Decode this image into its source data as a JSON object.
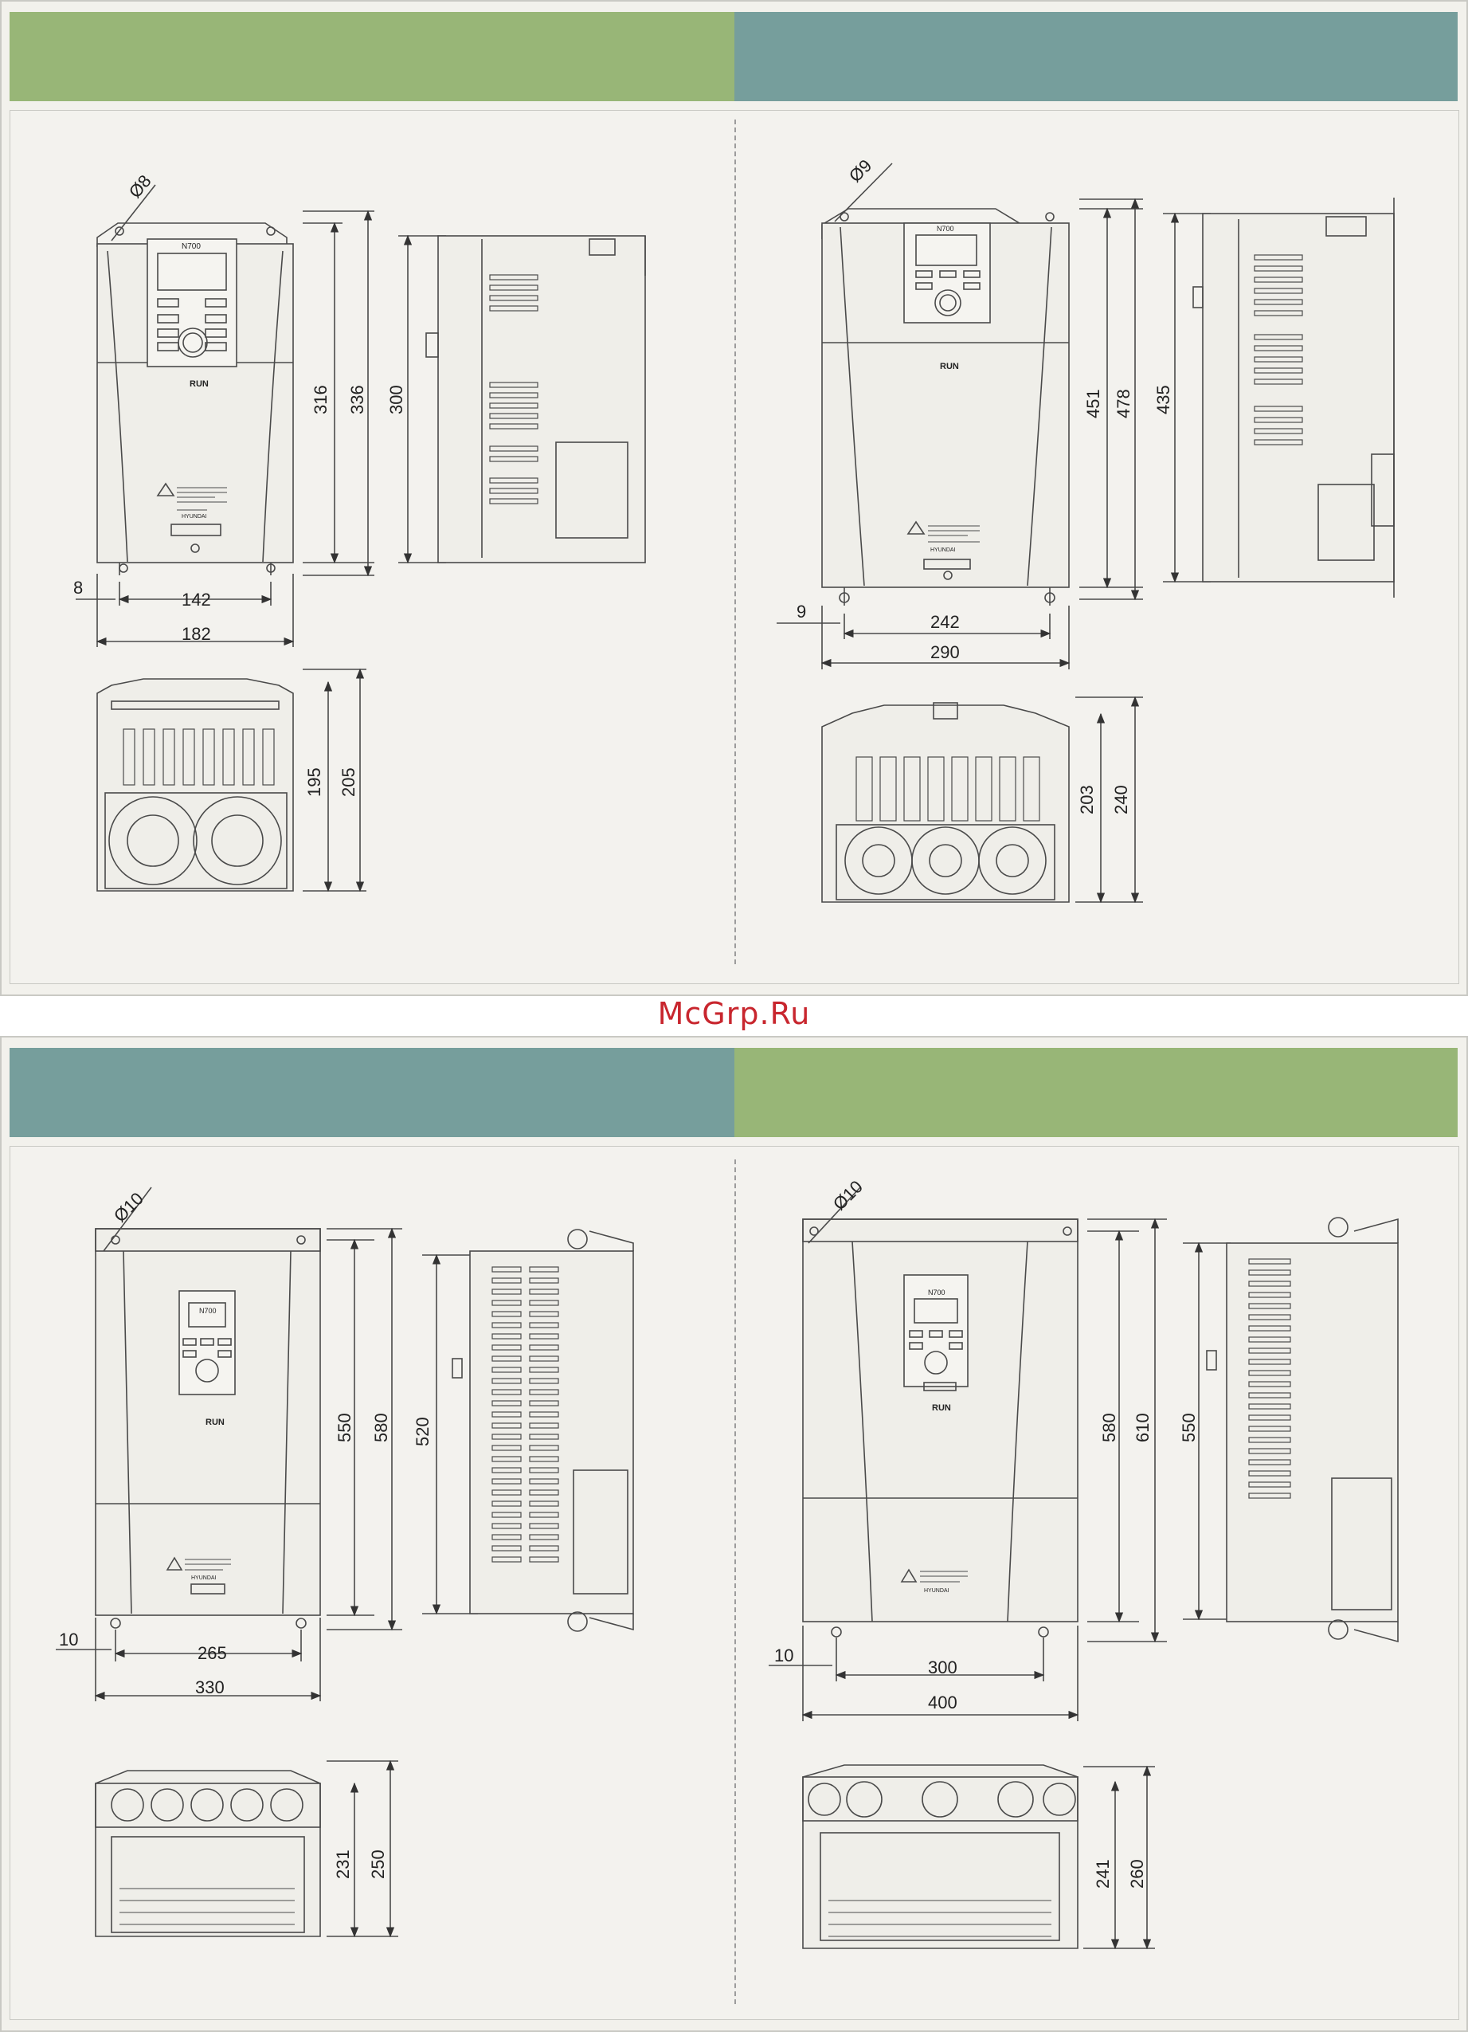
{
  "watermark": "McGrp.Ru",
  "colors": {
    "green": "#98b677",
    "teal": "#769e9c",
    "paper": "#f3f2ee",
    "line": "#4a4a4a",
    "watermark": "#c8262e"
  },
  "brand": {
    "logo_text": "RUN",
    "model": "N700",
    "maker": "HYUNDAI"
  },
  "drawings": [
    {
      "id": "a",
      "diameter": "Ø8",
      "heights": [
        "316",
        "336",
        "300"
      ],
      "offset": "8",
      "inner_width": "142",
      "outer_width": "182",
      "bottom_heights": [
        "195",
        "205"
      ]
    },
    {
      "id": "b",
      "diameter": "Ø9",
      "heights": [
        "451",
        "478",
        "435"
      ],
      "offset": "9",
      "inner_width": "242",
      "outer_width": "290",
      "bottom_heights": [
        "203",
        "240"
      ]
    },
    {
      "id": "c",
      "diameter": "Ø10",
      "heights": [
        "550",
        "580",
        "520"
      ],
      "offset": "10",
      "inner_width": "265",
      "outer_width": "330",
      "bottom_heights": [
        "231",
        "250"
      ]
    },
    {
      "id": "d",
      "diameter": "Ø10",
      "heights": [
        "580",
        "610",
        "550"
      ],
      "offset": "10",
      "inner_width": "300",
      "outer_width": "400",
      "bottom_heights": [
        "241",
        "260"
      ]
    }
  ]
}
